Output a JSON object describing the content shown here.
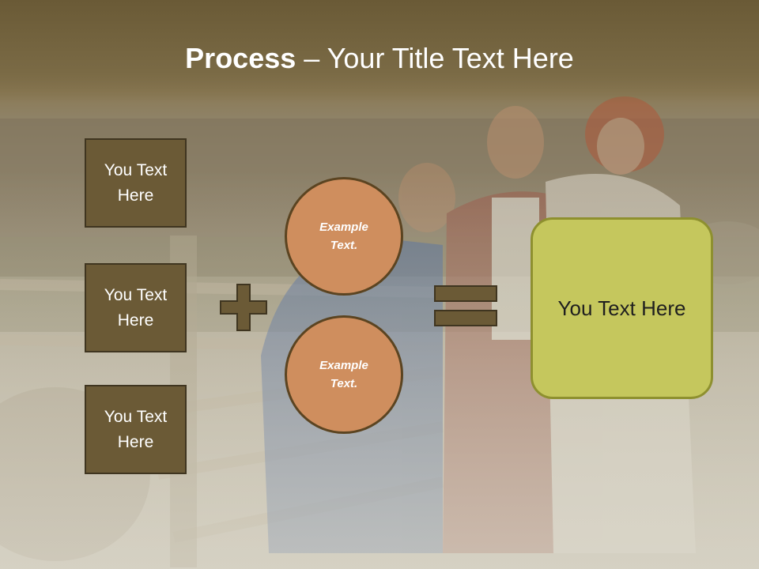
{
  "title": {
    "bold": "Process",
    "rest": " – Your Title Text Here"
  },
  "left_boxes": [
    {
      "label": "You Text Here"
    },
    {
      "label": "You Text Here"
    },
    {
      "label": "You Text Here"
    }
  ],
  "circles": [
    {
      "label": "Example Text."
    },
    {
      "label": "Example Text."
    }
  ],
  "result": {
    "label": "You Text Here"
  },
  "icons": {
    "plus": "plus-icon",
    "equals": "equals-icon"
  },
  "colors": {
    "box_fill": "#6b5a36",
    "circle_fill": "#cf8e5e",
    "result_fill": "#c5c75d",
    "result_border": "#8e902f",
    "operator_fill": "#6b5a36",
    "title_band": "#6a5a36"
  }
}
